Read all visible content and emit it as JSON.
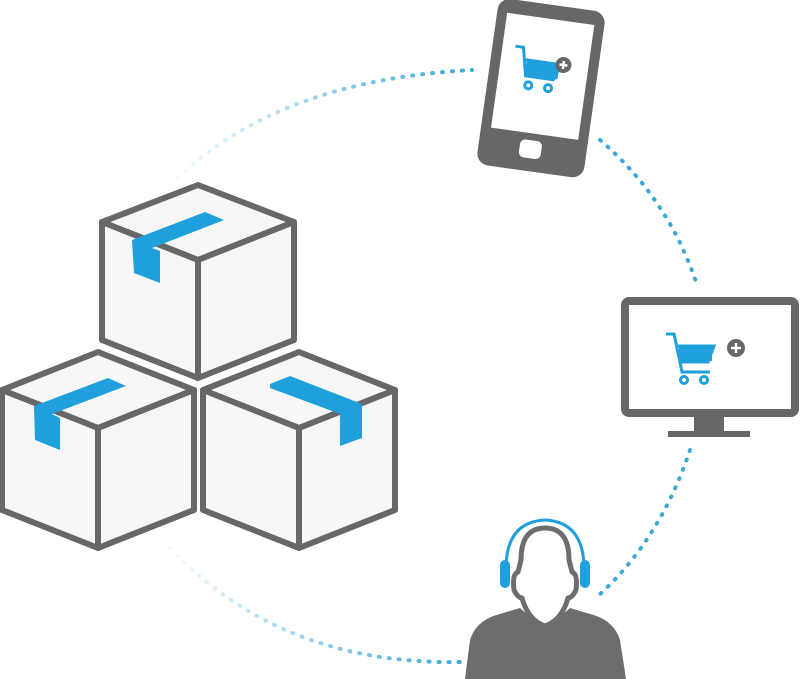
{
  "diagram": {
    "kind": "omnichannel-commerce-cycle",
    "nodes": [
      {
        "id": "warehouse",
        "icon": "stacked-boxes-icon"
      },
      {
        "id": "smartphone",
        "icon": "smartphone-cart-icon"
      },
      {
        "id": "monitor",
        "icon": "monitor-cart-icon"
      },
      {
        "id": "agent",
        "icon": "headset-agent-icon"
      }
    ],
    "connections": [
      {
        "from": "warehouse",
        "to": "smartphone",
        "style": "dotted"
      },
      {
        "from": "smartphone",
        "to": "monitor",
        "style": "dotted"
      },
      {
        "from": "monitor",
        "to": "agent",
        "style": "dotted"
      },
      {
        "from": "agent",
        "to": "warehouse",
        "style": "dotted"
      }
    ]
  },
  "colors": {
    "accent_blue": "#1fa0dc",
    "dot_blue": "#3aa8d8",
    "outline_gray": "#676767",
    "box_fill": "#f7f7f7",
    "screen_fill": "#ffffff",
    "agent_gray": "#6d6d6d"
  }
}
